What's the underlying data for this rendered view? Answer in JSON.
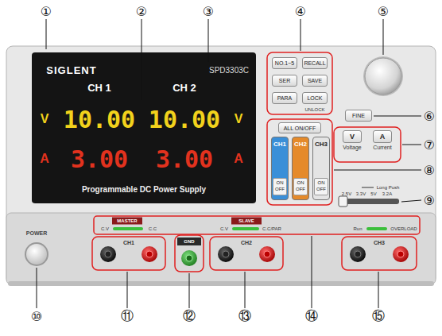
{
  "diagram": {
    "nodes": [
      {
        "text": [
          "NO.1~5"
        ]
      },
      {
        "text": [
          "RECALL"
        ]
      },
      {
        "text": [
          "SER"
        ]
      },
      {
        "text": [
          "SAVE"
        ]
      },
      {
        "text": [
          "PARA"
        ]
      },
      {
        "text": [
          "LOCK"
        ]
      },
      {
        "text": [
          "FINE"
        ]
      },
      {
        "text": [
          "V",
          "Voltage"
        ]
      },
      {
        "text": [
          "A",
          "Current"
        ]
      },
      {
        "text": [
          "ALL ON/OFF"
        ]
      },
      {
        "text": [
          "CH1",
          "ON OFF"
        ]
      },
      {
        "text": [
          "CH2",
          "ON OFF"
        ]
      },
      {
        "text": [
          "CH3",
          "ON OFF"
        ]
      }
    ],
    "labels": [
      "①",
      "②",
      "③",
      "④",
      "⑤",
      "⑥",
      "⑦",
      "⑧",
      "⑨",
      "⑩",
      "⑪",
      "⑫",
      "⑬",
      "⑭",
      "⑮",
      "SIGLENT",
      "SPD3303C",
      "CH 1",
      "CH 2",
      "V",
      "10.00",
      "10.00",
      "V",
      "A",
      "3.00",
      "3.00",
      "A",
      "Programmable DC Power Supply",
      "UNLOCK",
      "Long Push",
      "2.5V",
      "3.3V",
      "5V",
      "3.2A",
      "POWER",
      "MASTER",
      "C.V",
      "C.C",
      "CH1",
      "GND",
      "SLAVE",
      "C.V",
      "C.C/PAR",
      "CH2",
      "CH3",
      "Run",
      "OVERLOAD"
    ]
  }
}
